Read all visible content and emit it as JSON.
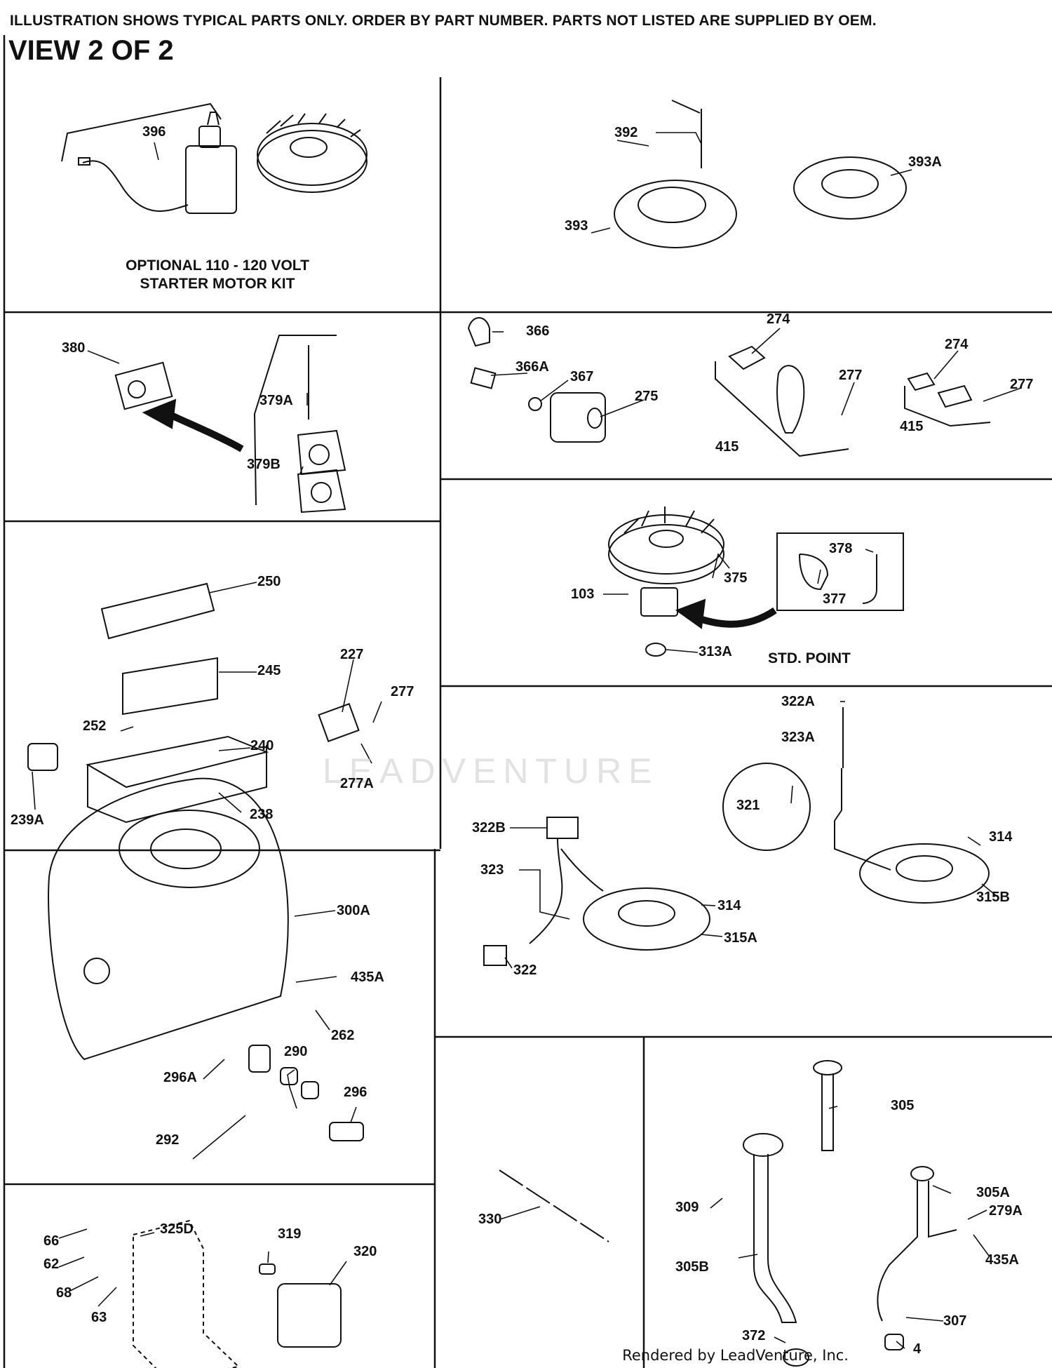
{
  "header_note": "ILLUSTRATION SHOWS TYPICAL PARTS ONLY. ORDER BY PART NUMBER. PARTS NOT LISTED ARE SUPPLIED BY OEM.",
  "view_title": "VIEW 2 OF 2",
  "captions": {
    "starter_kit_line1": "OPTIONAL 110 - 120 VOLT",
    "starter_kit_line2": "STARTER MOTOR KIT",
    "std_point": "STD. POINT"
  },
  "watermark": "LEADVENTURE",
  "footer": "Rendered by LeadVenture, Inc.",
  "labels": {
    "p396": "396",
    "p392": "392",
    "p393A": "393A",
    "p393": "393",
    "p380": "380",
    "p379A": "379A",
    "p379B": "379B",
    "p366": "366",
    "p366A": "366A",
    "p367": "367",
    "p275": "275",
    "p274a": "274",
    "p277a": "277",
    "p415a": "415",
    "p274b": "274",
    "p277b": "277",
    "p415b": "415",
    "p250": "250",
    "p245": "245",
    "p252": "252",
    "p240": "240",
    "p239A": "239A",
    "p238": "238",
    "p227": "227",
    "p277c": "277",
    "p277A": "277A",
    "p378": "378",
    "p375": "375",
    "p103": "103",
    "p377": "377",
    "p313A": "313A",
    "p322A": "322A",
    "p323A": "323A",
    "p321": "321",
    "p314a": "314",
    "p315B": "315B",
    "p322B": "322B",
    "p323": "323",
    "p314b": "314",
    "p315A": "315A",
    "p322": "322",
    "p300A": "300A",
    "p435A": "435A",
    "p262": "262",
    "p290": "290",
    "p296A": "296A",
    "p296": "296",
    "p292": "292",
    "p66": "66",
    "p325D": "325D",
    "p62": "62",
    "p68": "68",
    "p63": "63",
    "p319": "319",
    "p320": "320",
    "p330": "330",
    "p305": "305",
    "p309": "309",
    "p305A": "305A",
    "p279A": "279A",
    "p435A2": "435A",
    "p305B": "305B",
    "p307": "307",
    "p372": "372",
    "p4": "4"
  }
}
